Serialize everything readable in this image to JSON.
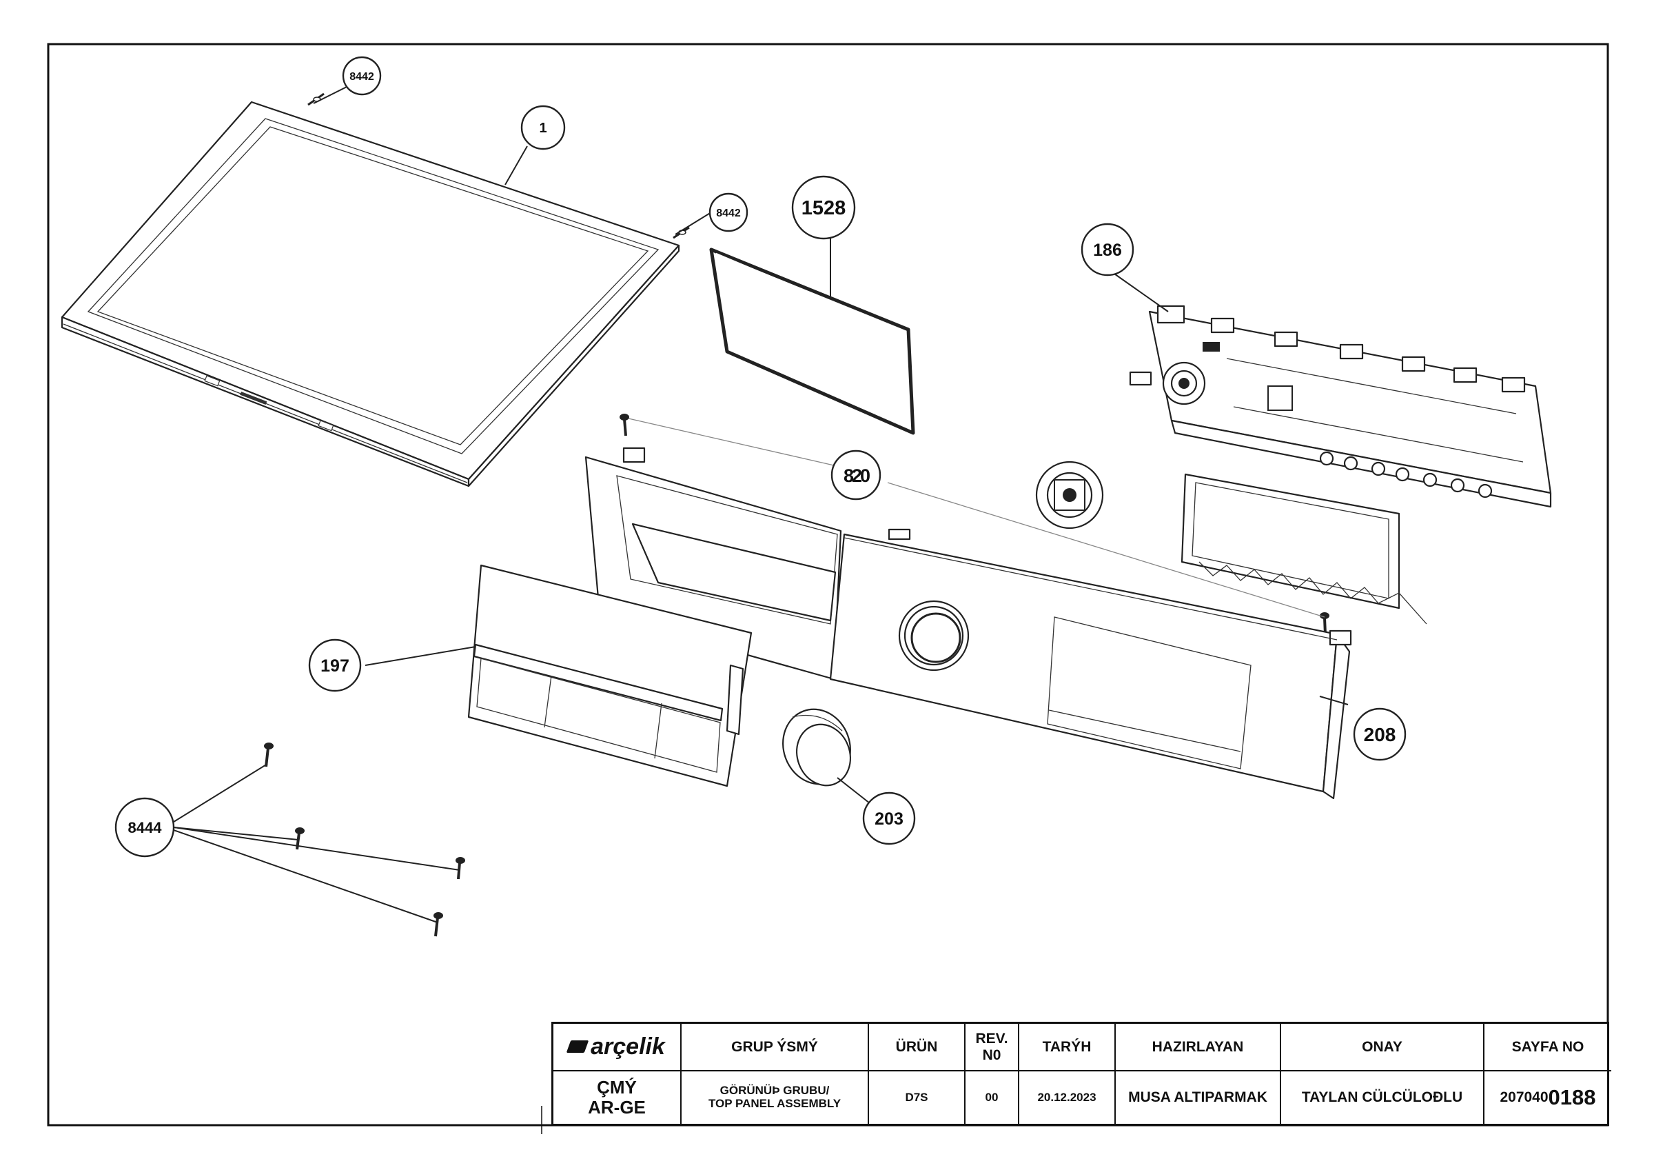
{
  "drawing": {
    "callouts": [
      {
        "id": "c-1",
        "label": "1"
      },
      {
        "id": "c-8442a",
        "label": "8442"
      },
      {
        "id": "c-8442b",
        "label": "8442"
      },
      {
        "id": "c-1528",
        "label": "1528"
      },
      {
        "id": "c-186",
        "label": "186"
      },
      {
        "id": "c-820",
        "label": "820"
      },
      {
        "id": "c-197",
        "label": "197"
      },
      {
        "id": "c-208",
        "label": "208"
      },
      {
        "id": "c-203",
        "label": "203"
      },
      {
        "id": "c-8444",
        "label": "8444"
      }
    ]
  },
  "title_block": {
    "logo_text": "arçelik",
    "headers": {
      "group_name": "GRUP ÝSMÝ",
      "product": "ÜRÜN",
      "rev_no": "REV.\nN0",
      "date": "TARÝH",
      "prepared_by": "HAZIRLAYAN",
      "approval": "ONAY",
      "sheet_no": "SAYFA NO"
    },
    "values": {
      "department_line1": "ÇMÝ",
      "department_line2": "AR-GE",
      "group_name_line1": "GÖRÜNÜÞ GRUBU/",
      "group_name_line2": "TOP PANEL ASSEMBLY",
      "product": "D7S",
      "rev_no": "00",
      "date": "20.12.2023",
      "prepared_by": "MUSA ALTIPARMAK",
      "approval": "TAYLAN CÜLCÜLOÐLU",
      "sheet_no_prefix": "207040",
      "sheet_no_suffix": "0188"
    }
  }
}
